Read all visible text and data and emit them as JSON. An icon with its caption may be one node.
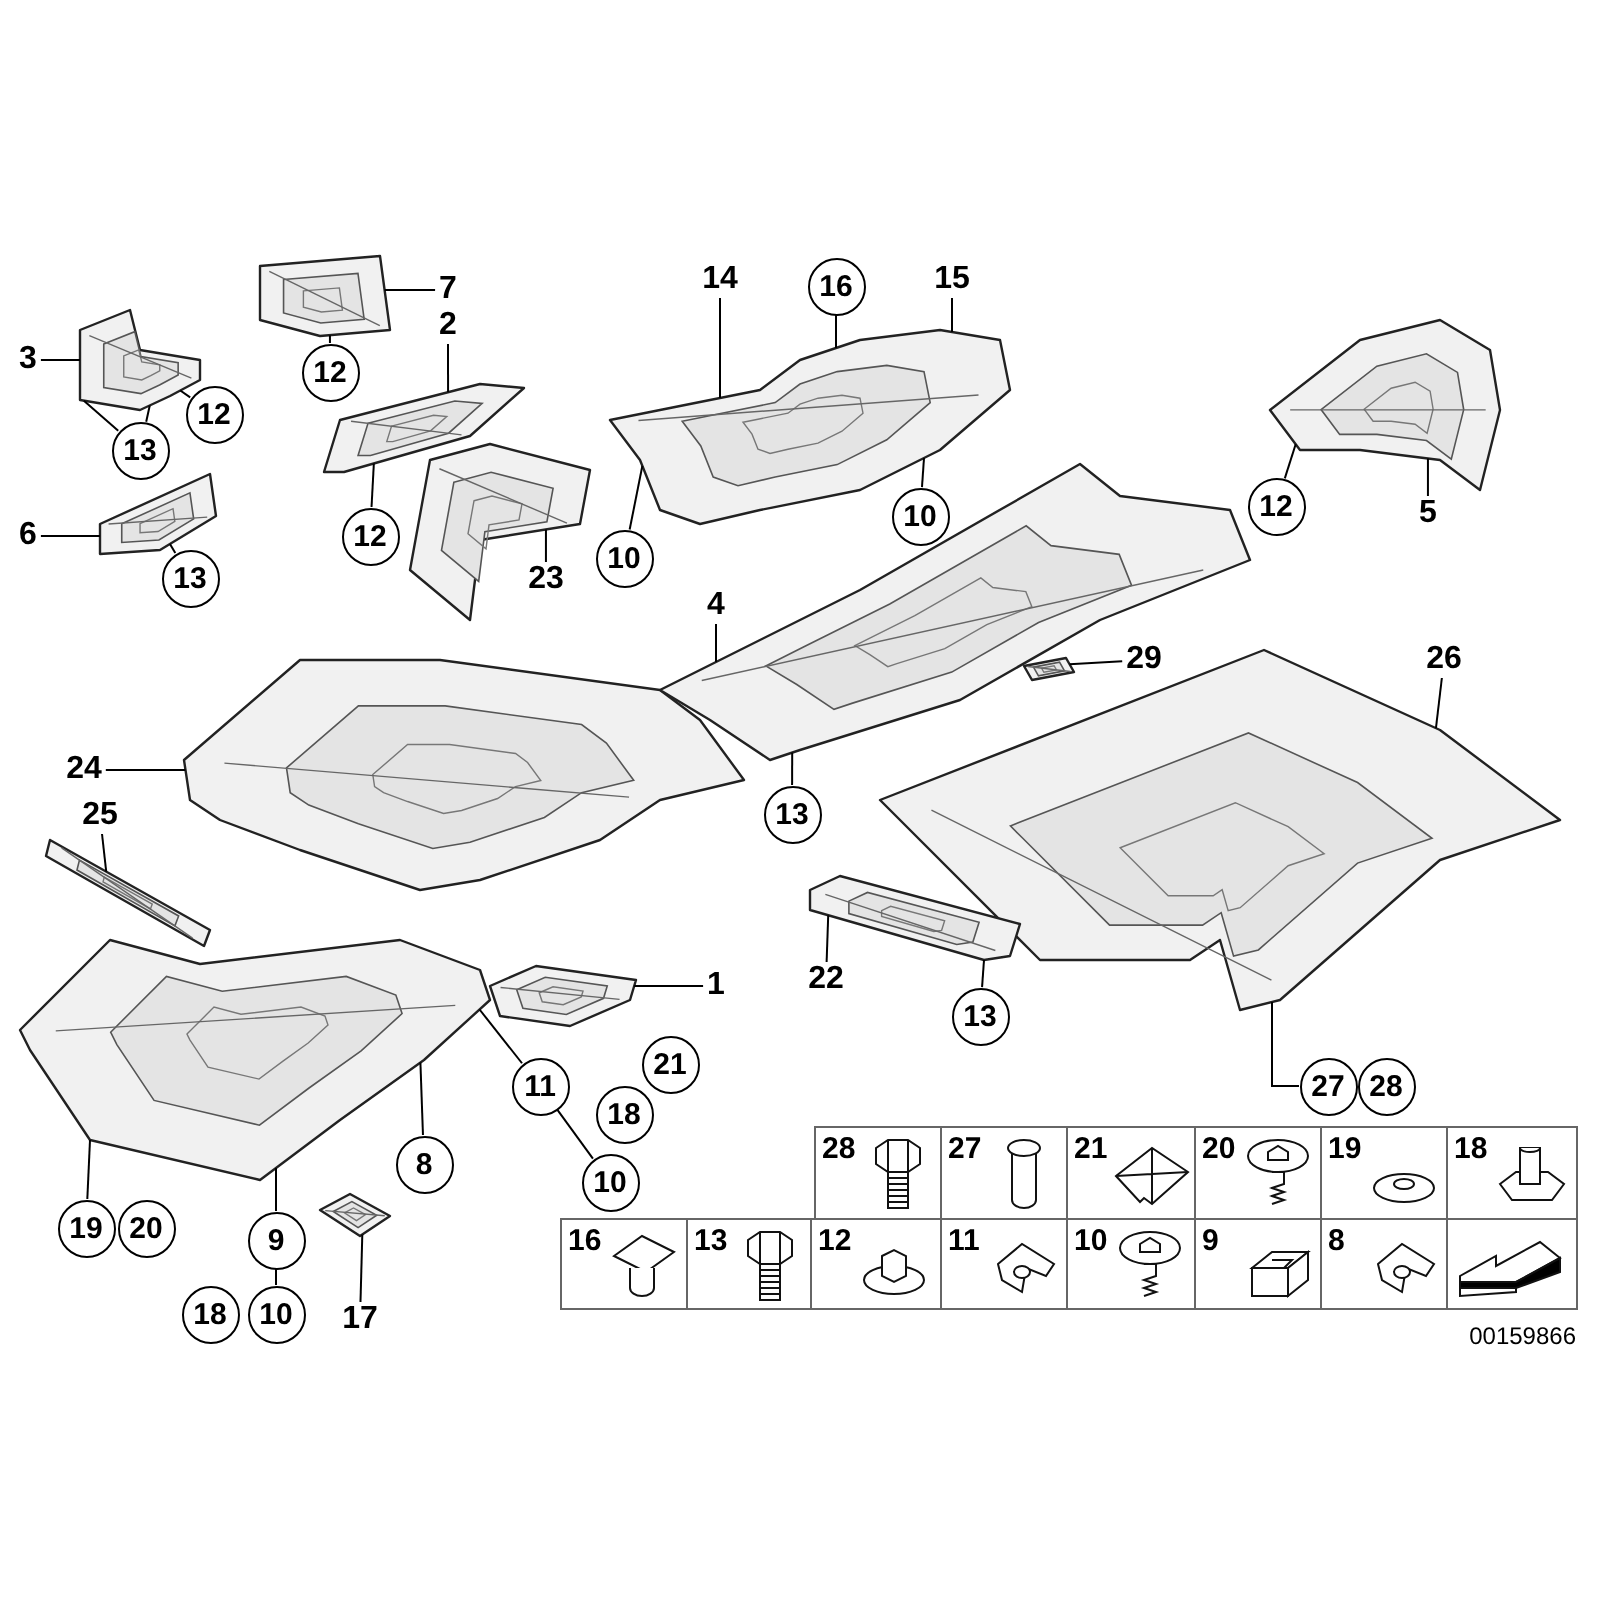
{
  "diagram": {
    "nodes": [
      {
        "text": [
          "3"
        ]
      },
      {
        "text": [
          "7"
        ]
      },
      {
        "text": [
          "2"
        ]
      },
      {
        "text": [
          "12"
        ]
      },
      {
        "text": [
          "13"
        ]
      },
      {
        "text": [
          "12"
        ]
      },
      {
        "text": [
          "12"
        ]
      },
      {
        "text": [
          "6"
        ]
      },
      {
        "text": [
          "13"
        ]
      },
      {
        "text": [
          "14"
        ]
      },
      {
        "text": [
          "16"
        ]
      },
      {
        "text": [
          "15"
        ]
      },
      {
        "text": [
          "10"
        ]
      },
      {
        "text": [
          "10"
        ]
      },
      {
        "text": [
          "12"
        ]
      },
      {
        "text": [
          "5"
        ]
      },
      {
        "text": [
          "23"
        ]
      },
      {
        "text": [
          "4"
        ]
      },
      {
        "text": [
          "29"
        ]
      },
      {
        "text": [
          "24"
        ]
      },
      {
        "text": [
          "25"
        ]
      },
      {
        "text": [
          "26"
        ]
      },
      {
        "text": [
          "13"
        ]
      },
      {
        "text": [
          "1"
        ]
      },
      {
        "text": [
          "22"
        ]
      },
      {
        "text": [
          "13"
        ]
      },
      {
        "text": [
          "21"
        ]
      },
      {
        "text": [
          "11"
        ]
      },
      {
        "text": [
          "18"
        ]
      },
      {
        "text": [
          "10"
        ]
      },
      {
        "text": [
          "8"
        ]
      },
      {
        "text": [
          "19"
        ]
      },
      {
        "text": [
          "20"
        ]
      },
      {
        "text": [
          "9"
        ]
      },
      {
        "text": [
          "18"
        ]
      },
      {
        "text": [
          "10"
        ]
      },
      {
        "text": [
          "17"
        ]
      },
      {
        "text": [
          "27"
        ]
      },
      {
        "text": [
          "28"
        ]
      },
      {
        "text": [],
        "shape": "picture"
      },
      {
        "text": [],
        "shape": "picture"
      },
      {
        "text": [],
        "shape": "picture"
      },
      {
        "text": [],
        "shape": "picture"
      },
      {
        "text": [],
        "shape": "picture"
      },
      {
        "text": [],
        "shape": "picture"
      },
      {
        "text": [],
        "shape": "picture"
      },
      {
        "text": [],
        "shape": "picture"
      },
      {
        "text": [],
        "shape": "picture"
      },
      {
        "text": [],
        "shape": "picture"
      },
      {
        "text": [],
        "shape": "picture"
      },
      {
        "text": [],
        "shape": "picture"
      },
      {
        "text": [],
        "shape": "picture"
      },
      {
        "text": [],
        "shape": "picture"
      },
      {
        "text": [],
        "shape": "picture"
      },
      {
        "text": [],
        "shape": "picture"
      }
    ],
    "edges": [
      {
        "from": 0,
        "to": 39,
        "arrow": "none"
      },
      {
        "from": 1,
        "to": 40,
        "arrow": "none"
      },
      {
        "from": 2,
        "to": 41,
        "arrow": "none"
      },
      {
        "from": 3,
        "to": 40,
        "arrow": "none"
      },
      {
        "from": 4,
        "to": 39,
        "arrow": "none"
      },
      {
        "from": 4,
        "to": 39,
        "arrow": "none"
      },
      {
        "from": 5,
        "to": 39,
        "arrow": "none"
      },
      {
        "from": 6,
        "to": 41,
        "arrow": "none"
      },
      {
        "from": 7,
        "to": 42,
        "arrow": "none"
      },
      {
        "from": 8,
        "to": 42,
        "arrow": "none"
      },
      {
        "from": 9,
        "to": 44,
        "arrow": "none"
      },
      {
        "from": 10,
        "to": 44,
        "arrow": "none"
      },
      {
        "from": 11,
        "to": 44,
        "arrow": "none"
      },
      {
        "from": 12,
        "to": 44,
        "arrow": "none"
      },
      {
        "from": 13,
        "to": 44,
        "arrow": "none"
      },
      {
        "from": 14,
        "to": 45,
        "arrow": "none"
      },
      {
        "from": 15,
        "to": 45,
        "arrow": "none"
      },
      {
        "from": 16,
        "to": 43,
        "arrow": "none"
      },
      {
        "from": 17,
        "to": 47,
        "arrow": "none"
      },
      {
        "from": 18,
        "to": 48,
        "arrow": "none"
      },
      {
        "from": 19,
        "to": 46,
        "arrow": "none"
      },
      {
        "from": 20,
        "to": 49,
        "arrow": "none"
      },
      {
        "from": 21,
        "to": 50,
        "arrow": "none"
      },
      {
        "from": 22,
        "to": 47,
        "arrow": "none"
      },
      {
        "from": 23,
        "to": 53,
        "arrow": "none"
      },
      {
        "from": 24,
        "to": 51,
        "arrow": "none"
      },
      {
        "from": 25,
        "to": 51,
        "arrow": "none"
      },
      {
        "from": 27,
        "to": 52,
        "arrow": "none"
      },
      {
        "from": 27,
        "to": 29,
        "arrow": "none"
      },
      {
        "from": 30,
        "to": 52,
        "arrow": "none"
      },
      {
        "from": 31,
        "to": 52,
        "arrow": "none"
      },
      {
        "from": 33,
        "to": 52,
        "arrow": "none"
      },
      {
        "from": 33,
        "to": 35,
        "arrow": "none"
      },
      {
        "from": 36,
        "to": 54,
        "arrow": "none"
      },
      {
        "from": 37,
        "to": 50,
        "arrow": "none"
      }
    ],
    "labels": [
      "28",
      "27",
      "21",
      "20",
      "19",
      "18",
      "16",
      "13",
      "12",
      "11",
      "10",
      "9",
      "8",
      "00159866"
    ]
  }
}
